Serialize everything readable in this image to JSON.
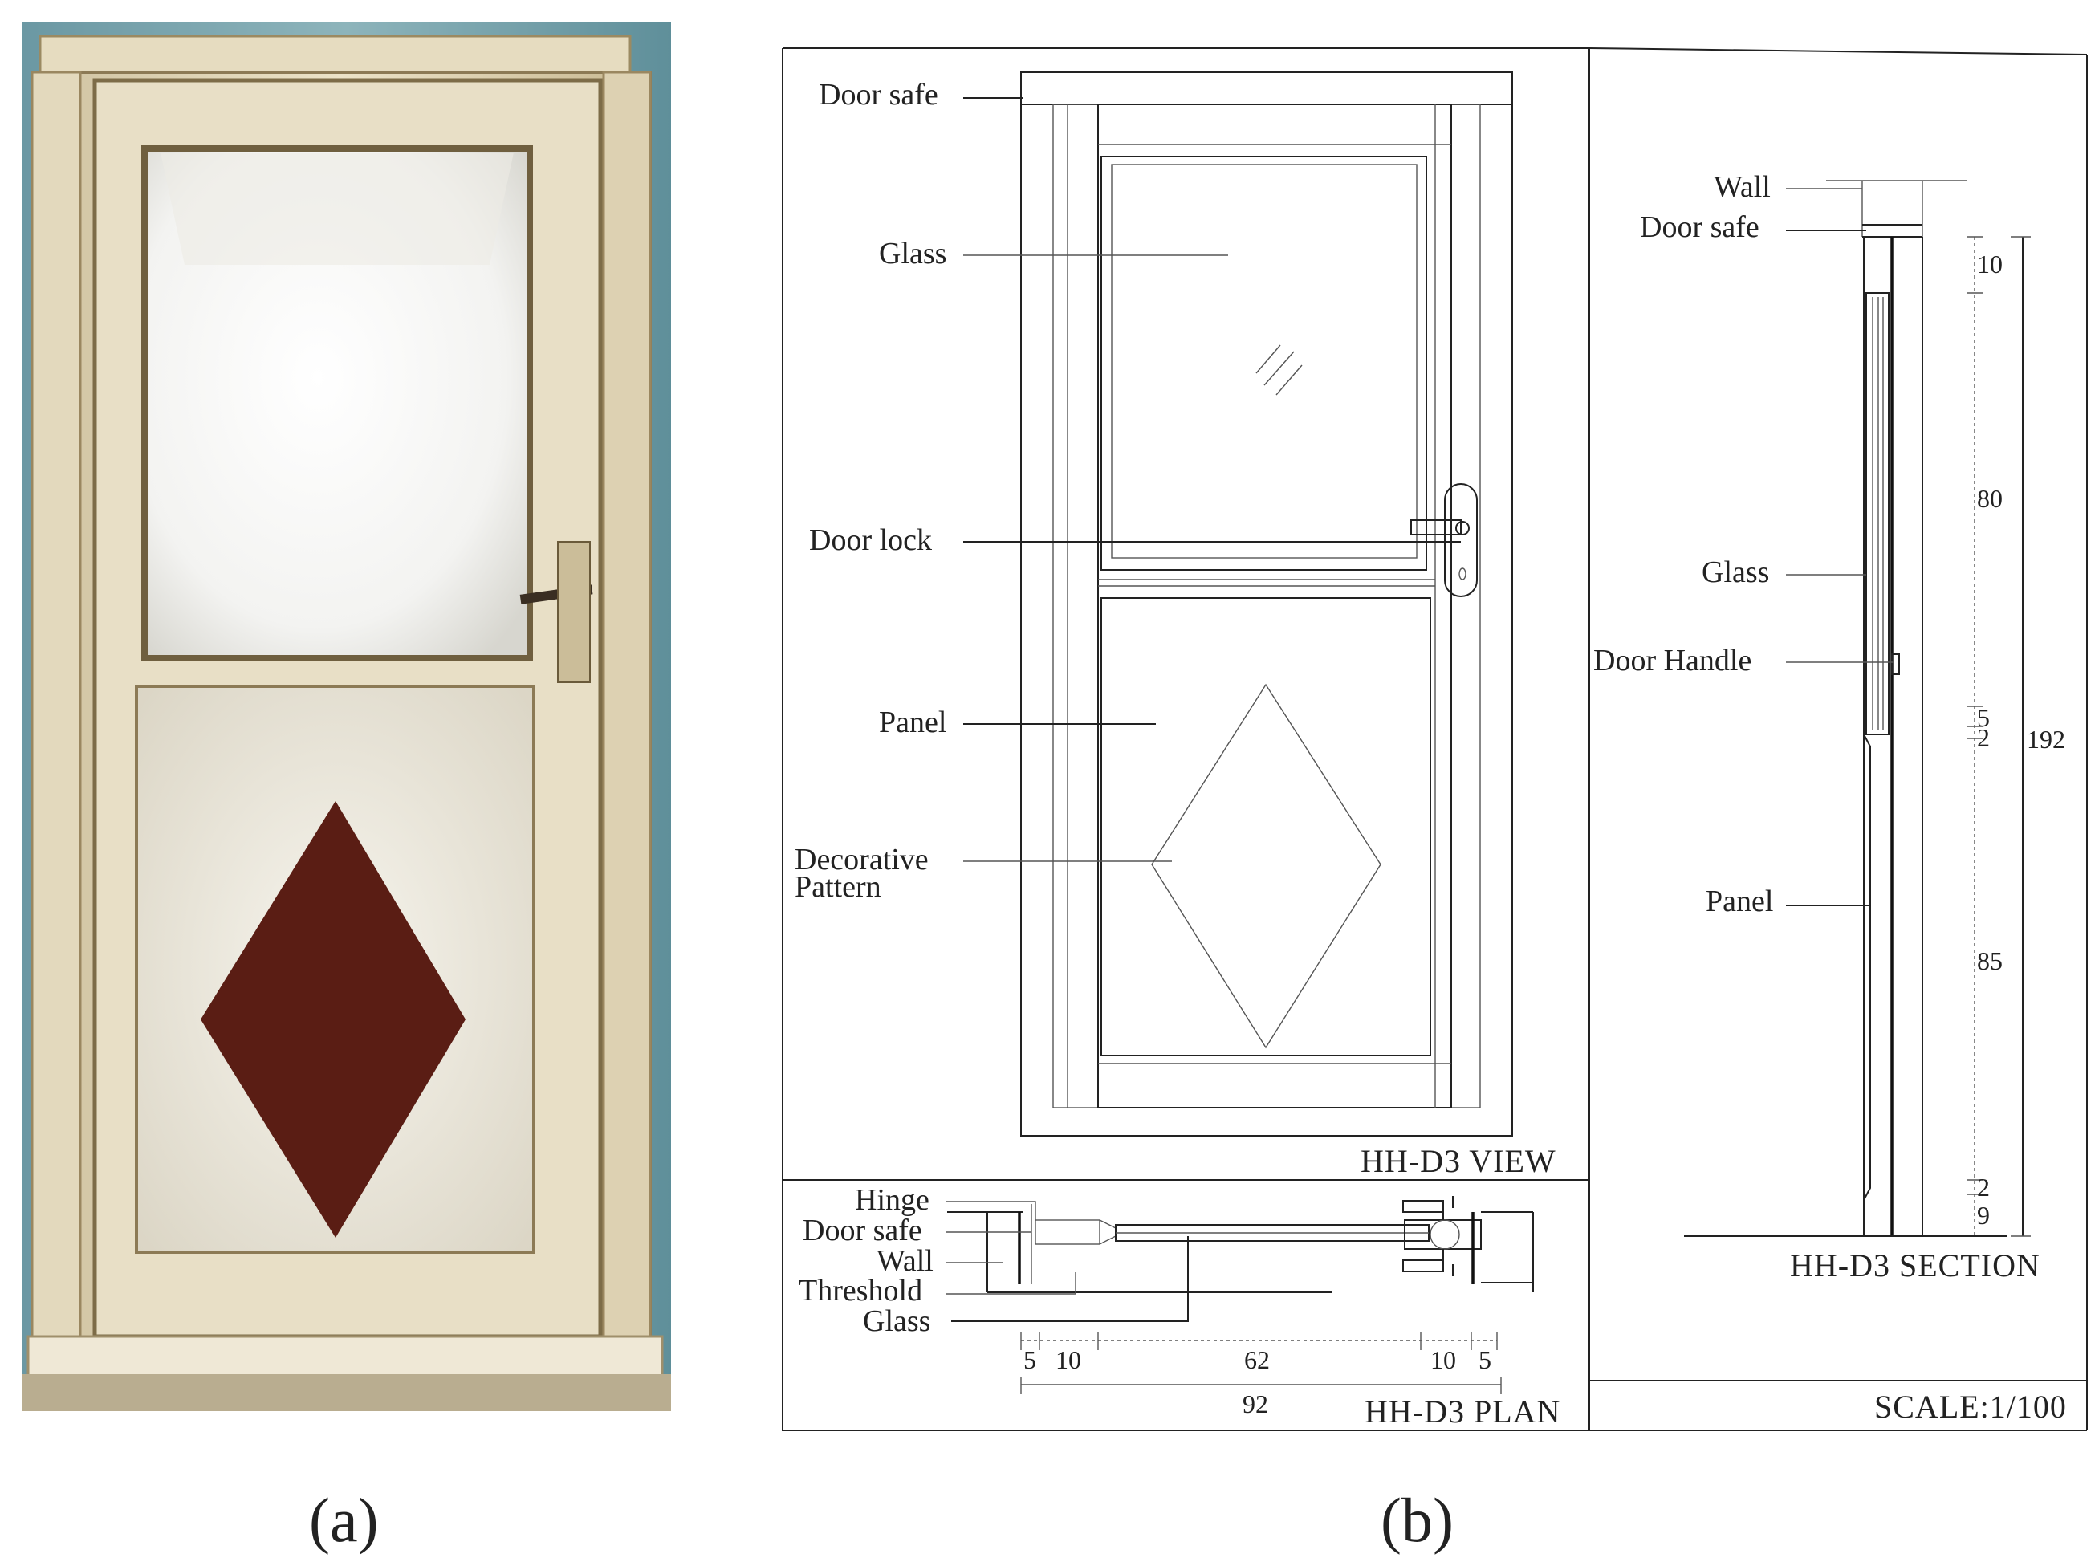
{
  "photo": {
    "description_label": ""
  },
  "captions": {
    "a": "(a)",
    "b": "(b)"
  },
  "view": {
    "title": "HH-D3  VIEW",
    "labels": {
      "door_safe": "Door safe",
      "glass": "Glass",
      "door_lock": "Door lock",
      "panel": "Panel",
      "decorative_1": "Decorative",
      "decorative_2": "Pattern"
    }
  },
  "plan": {
    "title": "HH-D3  PLAN",
    "labels": {
      "hinge": "Hinge",
      "door_safe": "Door safe",
      "wall": "Wall",
      "threshold": "Threshold",
      "glass": "Glass"
    },
    "dims": {
      "d1": "5",
      "d2": "10",
      "d3": "62",
      "d4": "10",
      "d5": "5",
      "total": "92"
    }
  },
  "section": {
    "title": "HH-D3  SECTION",
    "labels": {
      "wall": "Wall",
      "door_safe": "Door safe",
      "glass": "Glass",
      "door_handle": "Door Handle",
      "panel": "Panel"
    },
    "dims": {
      "d10": "10",
      "d80": "80",
      "d5": "5",
      "d2a": "2",
      "d85": "85",
      "d2b": "2",
      "d9": "9",
      "total": "192"
    }
  },
  "scale": "SCALE:1/100",
  "colors": {
    "wall_blue": "#6f9ea8",
    "frame_cream": "#e2d6b6",
    "frame_shadow": "#8c7a55",
    "panel_white": "#f1efe6",
    "diamond_brown": "#5a1d14",
    "line": "#222222"
  }
}
